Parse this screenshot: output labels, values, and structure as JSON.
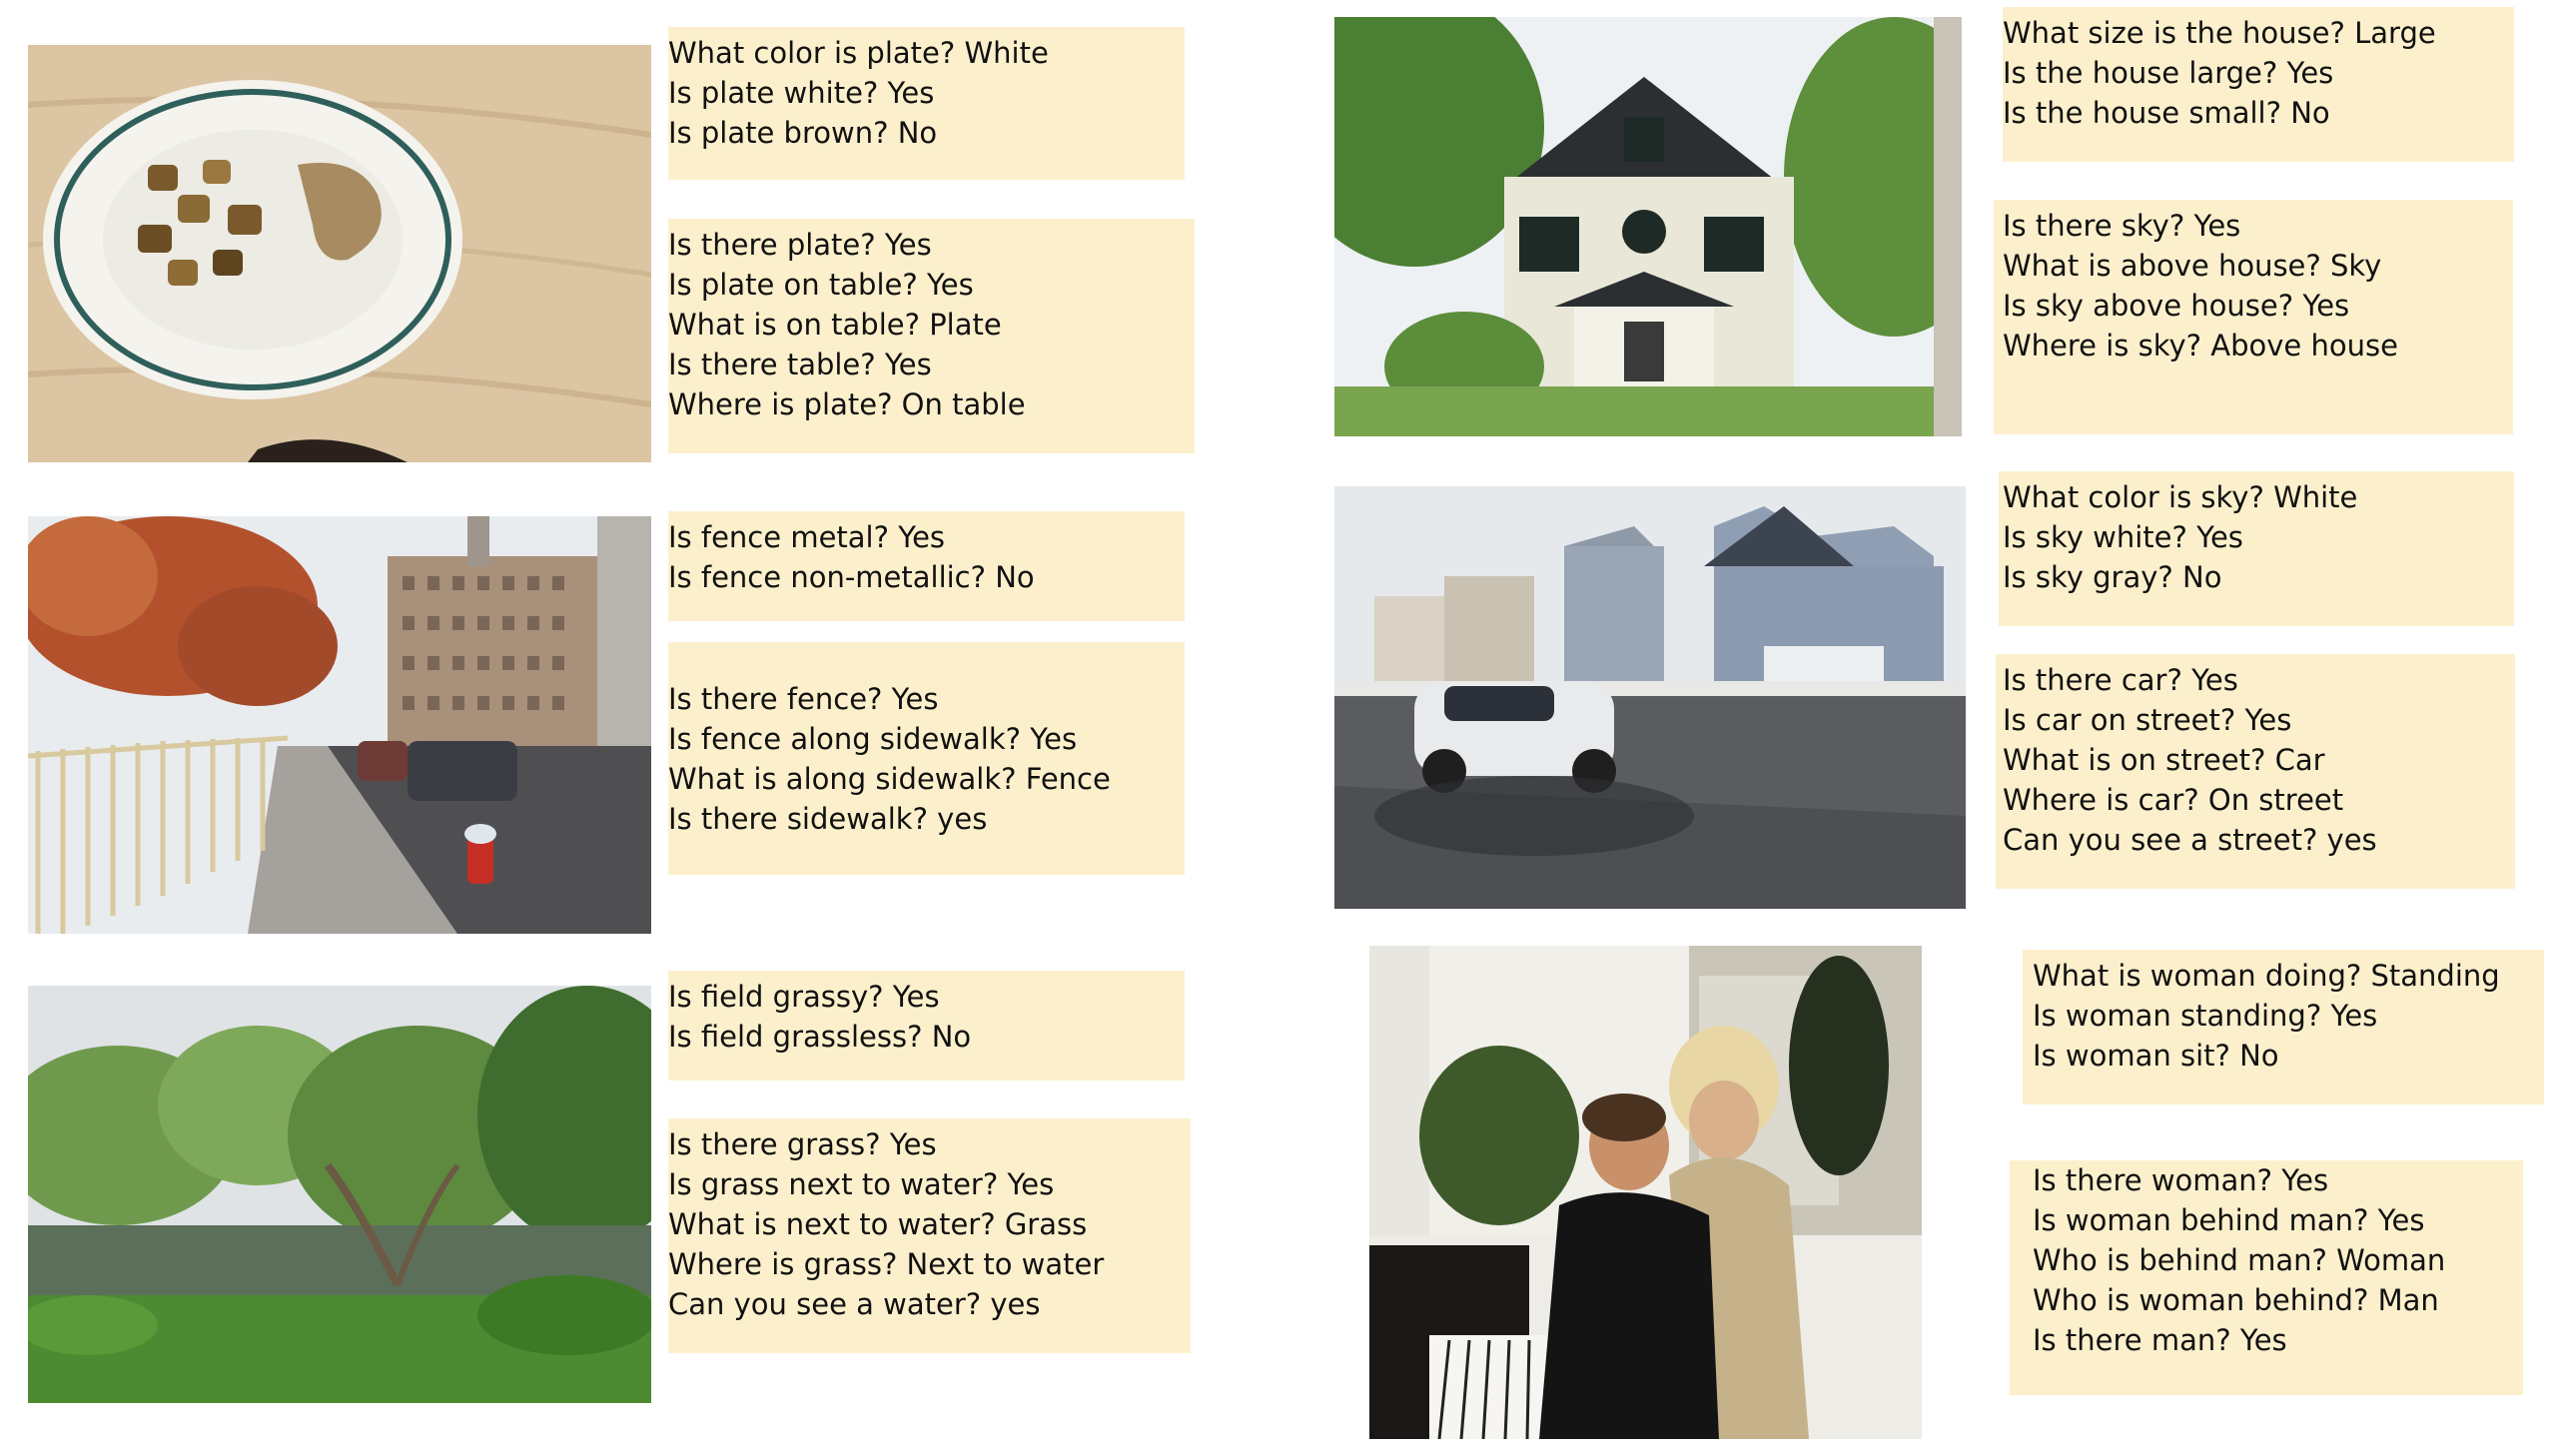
{
  "panels": [
    {
      "image_label": "plate-photo",
      "attribute_qa": [
        "What color is plate? White",
        "Is plate white? Yes",
        "Is plate brown? No"
      ],
      "relation_qa": [
        "Is there plate? Yes",
        "Is plate on table? Yes",
        "What is on table? Plate",
        "Is there table? Yes",
        "Where is plate? On table"
      ]
    },
    {
      "image_label": "house-photo",
      "attribute_qa": [
        "What size is the house? Large",
        "Is the house large? Yes",
        "Is the house small? No"
      ],
      "relation_qa": [
        "Is there sky? Yes",
        "What is above house? Sky",
        "Is sky above house? Yes",
        "Where is sky? Above house"
      ]
    },
    {
      "image_label": "street-fence-photo",
      "attribute_qa": [
        "Is fence metal? Yes",
        "Is fence non-metallic? No"
      ],
      "relation_qa": [
        "Is there fence? Yes",
        "Is fence along sidewalk? Yes",
        "What is along sidewalk? Fence",
        "Is there sidewalk? yes"
      ]
    },
    {
      "image_label": "street-car-photo",
      "attribute_qa": [
        "What color is sky? White",
        "Is sky white? Yes",
        "Is sky gray? No"
      ],
      "relation_qa": [
        "Is there car? Yes",
        "Is car on street? Yes",
        "What is on street? Car",
        "Where is car? On street",
        "Can you see a street? yes"
      ]
    },
    {
      "image_label": "pond-photo",
      "attribute_qa": [
        "Is field grassy? Yes",
        "Is field grassless? No"
      ],
      "relation_qa": [
        "Is there grass? Yes",
        "Is grass next to water? Yes",
        "What is next to water? Grass",
        "Where is grass? Next to water",
        "Can you see a water? yes"
      ]
    },
    {
      "image_label": "piano-photo",
      "attribute_qa": [
        "What is woman doing? Standing",
        "Is woman standing? Yes",
        "Is woman sit? No"
      ],
      "relation_qa": [
        "Is there woman? Yes",
        "Is woman behind man? Yes",
        "Who is behind man? Woman",
        "Who is woman behind? Man",
        "Is there man? Yes"
      ]
    }
  ],
  "colors": {
    "qa_box_background": "#fcf0cc",
    "text": "#111111"
  }
}
